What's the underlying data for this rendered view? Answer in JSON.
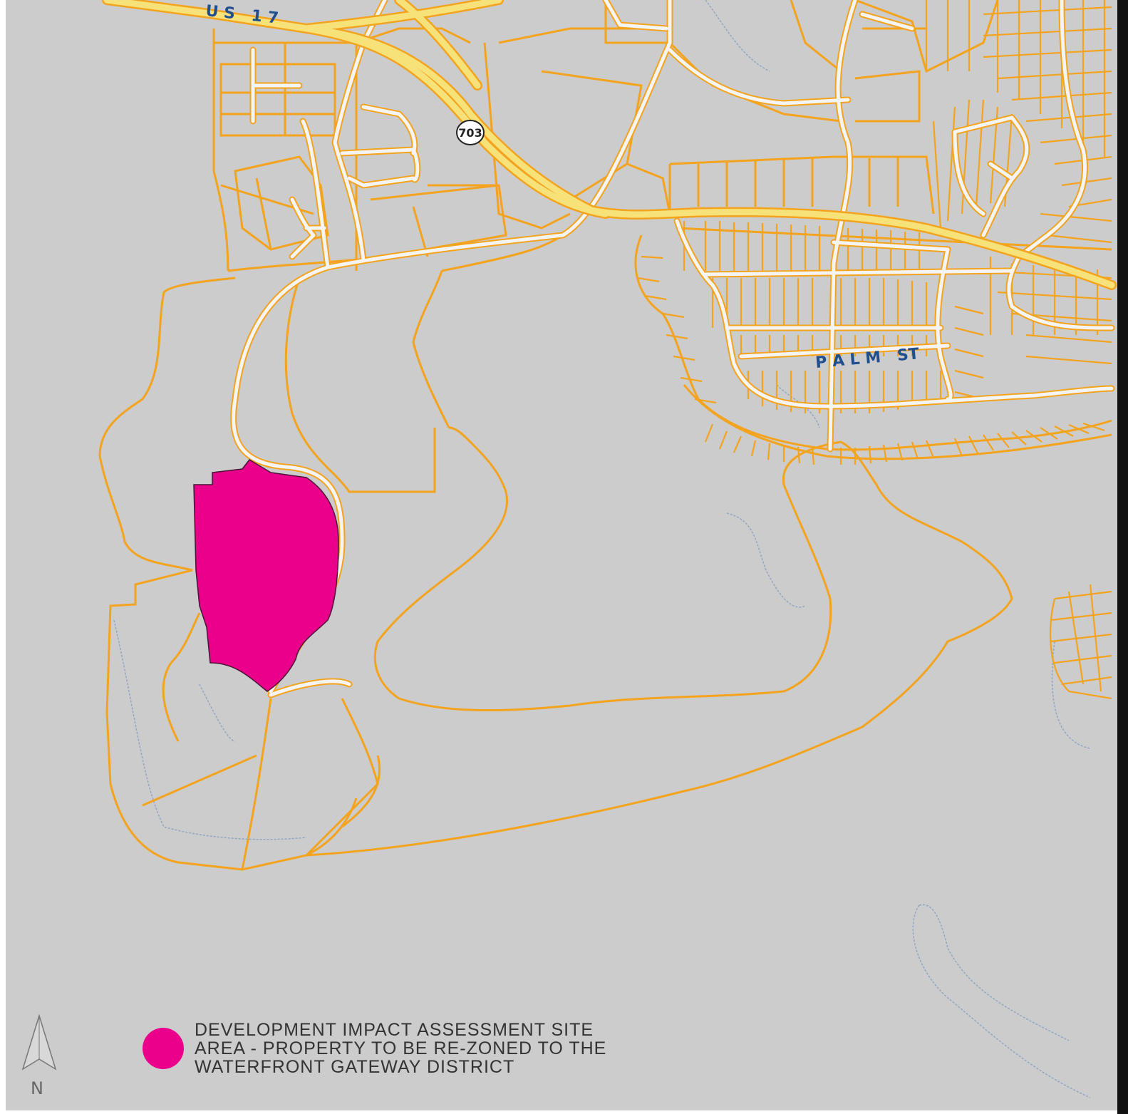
{
  "map": {
    "colors": {
      "land": "#cccccc",
      "parcel": "#f3a31d",
      "road": "#f4f4f4",
      "highway": "#f7e27a",
      "water": "#8fa6c4",
      "site": "#ea008b",
      "site_outline": "#4a1436",
      "label": "#1f4f8f"
    },
    "road_labels": {
      "us17": "U S   1 7",
      "palm_st": "P A L M   ST"
    },
    "route_shield": {
      "number": "703"
    },
    "north_arrow": {
      "label": "N",
      "icon": "north-arrow-icon"
    },
    "legend": {
      "swatch_color": "#ea008b",
      "lines": [
        "DEVELOPMENT IMPACT ASSESSMENT SITE",
        "AREA - PROPERTY TO BE RE-ZONED TO THE",
        "WATERFRONT GATEWAY DISTRICT"
      ]
    }
  }
}
